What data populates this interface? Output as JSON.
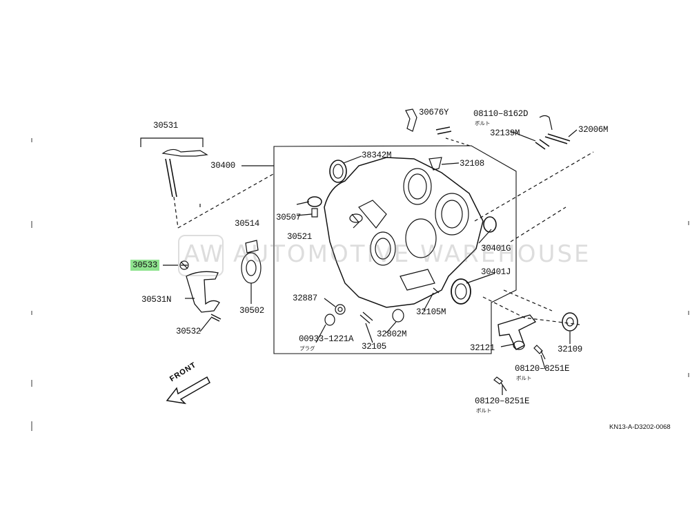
{
  "labels": {
    "p30531": "30531",
    "p30400": "30400",
    "p30514": "30514",
    "p30533": "30533",
    "p30531N": "30531N",
    "p30532": "30532",
    "p30502": "30502",
    "p30507": "30507",
    "p30521": "30521",
    "p38342M": "38342M",
    "p32108": "32108",
    "p30676Y": "30676Y",
    "p08110": "08110–8162D",
    "p32139M": "32139M",
    "p32006M": "32006M",
    "p30401G": "30401G",
    "p30401J": "30401J",
    "p32887": "32887",
    "p32105M": "32105M",
    "p00933": "00933–1221A",
    "p32105": "32105",
    "p32802M": "32802M",
    "p32121": "32121",
    "p32109": "32109",
    "p08120a": "08120–8251E",
    "p08120b": "08120–8251E"
  },
  "sublabels": {
    "bolt1": "ボルト",
    "plug": "プラグ",
    "bolt2": "ボルト",
    "bolt3": "ボルト"
  },
  "highlighted_part": "30533",
  "highlight_color": "#8fe38f",
  "front_label": "FRONT",
  "watermark": {
    "logo": "AW",
    "text": "AUTOMOTIVE WAREHOUSE"
  },
  "reference_code": "KN13-A-D3202-0068"
}
